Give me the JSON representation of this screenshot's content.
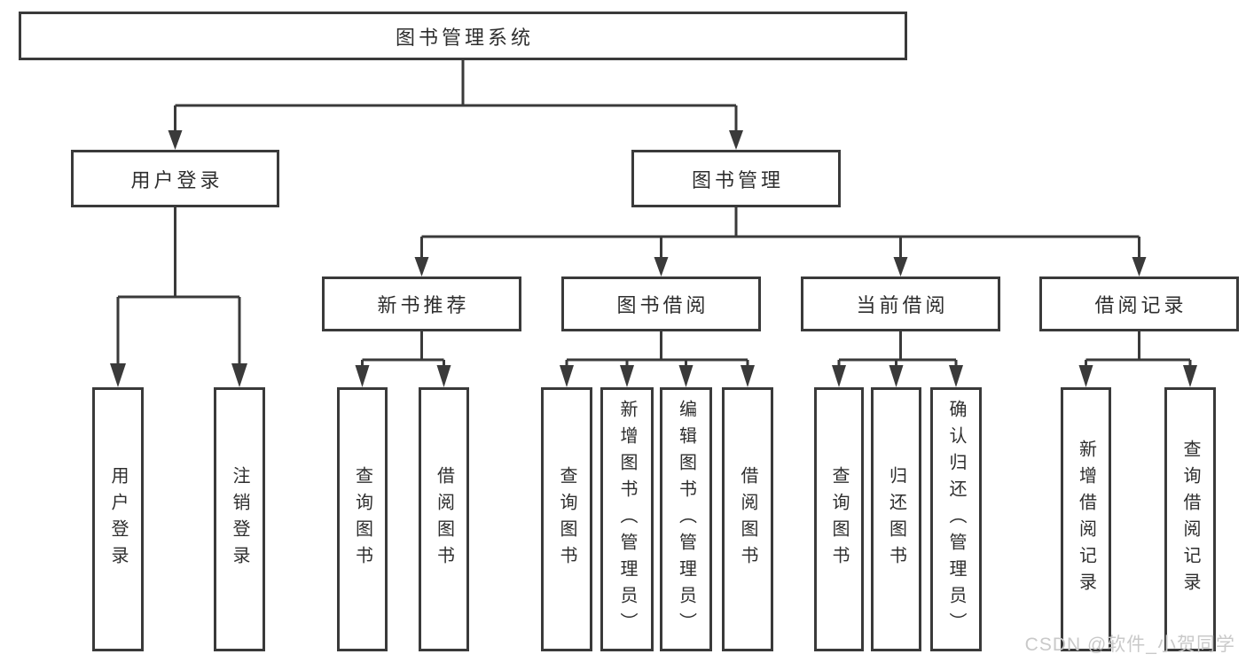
{
  "tree": {
    "root": {
      "label": "图书管理系统"
    },
    "children": [
      {
        "label": "用户登录",
        "children": [
          {
            "label": "用户登录"
          },
          {
            "label": "注销登录"
          }
        ]
      },
      {
        "label": "图书管理",
        "children": [
          {
            "label": "新书推荐",
            "children": [
              {
                "label": "查询图书"
              },
              {
                "label": "借阅图书"
              }
            ]
          },
          {
            "label": "图书借阅",
            "children": [
              {
                "label": "查询图书"
              },
              {
                "label": "新增图书（管理员）"
              },
              {
                "label": "编辑图书（管理员）"
              },
              {
                "label": "借阅图书"
              }
            ]
          },
          {
            "label": "当前借阅",
            "children": [
              {
                "label": "查询图书"
              },
              {
                "label": "归还图书"
              },
              {
                "label": "确认归还（管理员）"
              }
            ]
          },
          {
            "label": "借阅记录",
            "children": [
              {
                "label": "新增借阅记录"
              },
              {
                "label": "查询借阅记录"
              }
            ]
          }
        ]
      }
    ]
  },
  "watermark": {
    "text": "CSDN @软件_小贺同学",
    "color": "#c9c9c9"
  },
  "style": {
    "line_color": "#3a3a3a",
    "box_border_color": "#3a3a3a",
    "box_fill": "#ffffff",
    "text_color": "#2e2e2e",
    "background": "#ffffff"
  }
}
